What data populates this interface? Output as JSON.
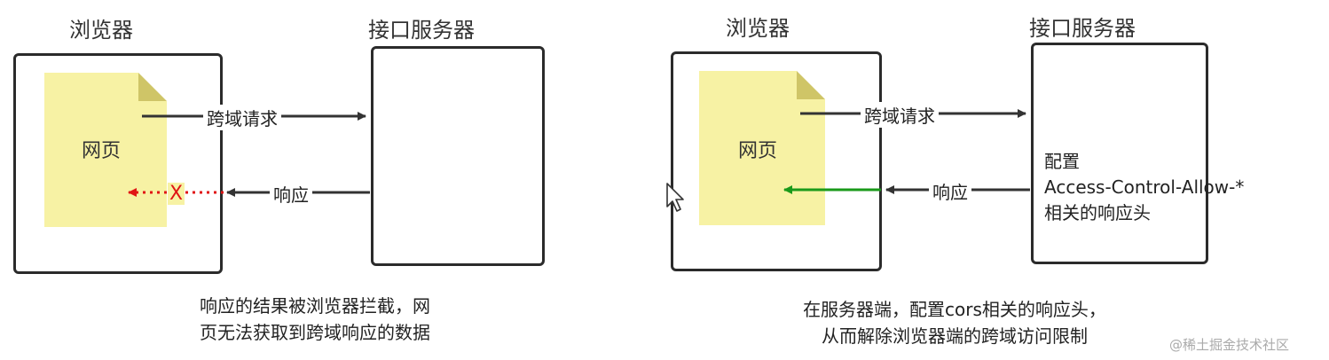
{
  "left": {
    "browser_title": "浏览器",
    "server_title": "接口服务器",
    "page_label": "网页",
    "request_label": "跨域请求",
    "response_label": "响应",
    "block_mark": "X",
    "caption_line1": "响应的结果被浏览器拦截，网",
    "caption_line2": "页无法获取到跨域响应的数据"
  },
  "right": {
    "browser_title": "浏览器",
    "server_title": "接口服务器",
    "page_label": "网页",
    "request_label": "跨域请求",
    "response_label": "响应",
    "server_line1": "配置",
    "server_line2": "Access-Control-Allow-*",
    "server_line3": "相关的响应头",
    "caption_line1": "在服务器端，配置cors相关的响应头，",
    "caption_line2": "从而解除浏览器端的跨域访问限制"
  },
  "watermark": "@稀土掘金技术社区",
  "colors": {
    "blocked_response": "#e01515",
    "allowed_response": "#1a9a1a",
    "arrow": "#333333",
    "page_fill": "#f7f2a4"
  }
}
